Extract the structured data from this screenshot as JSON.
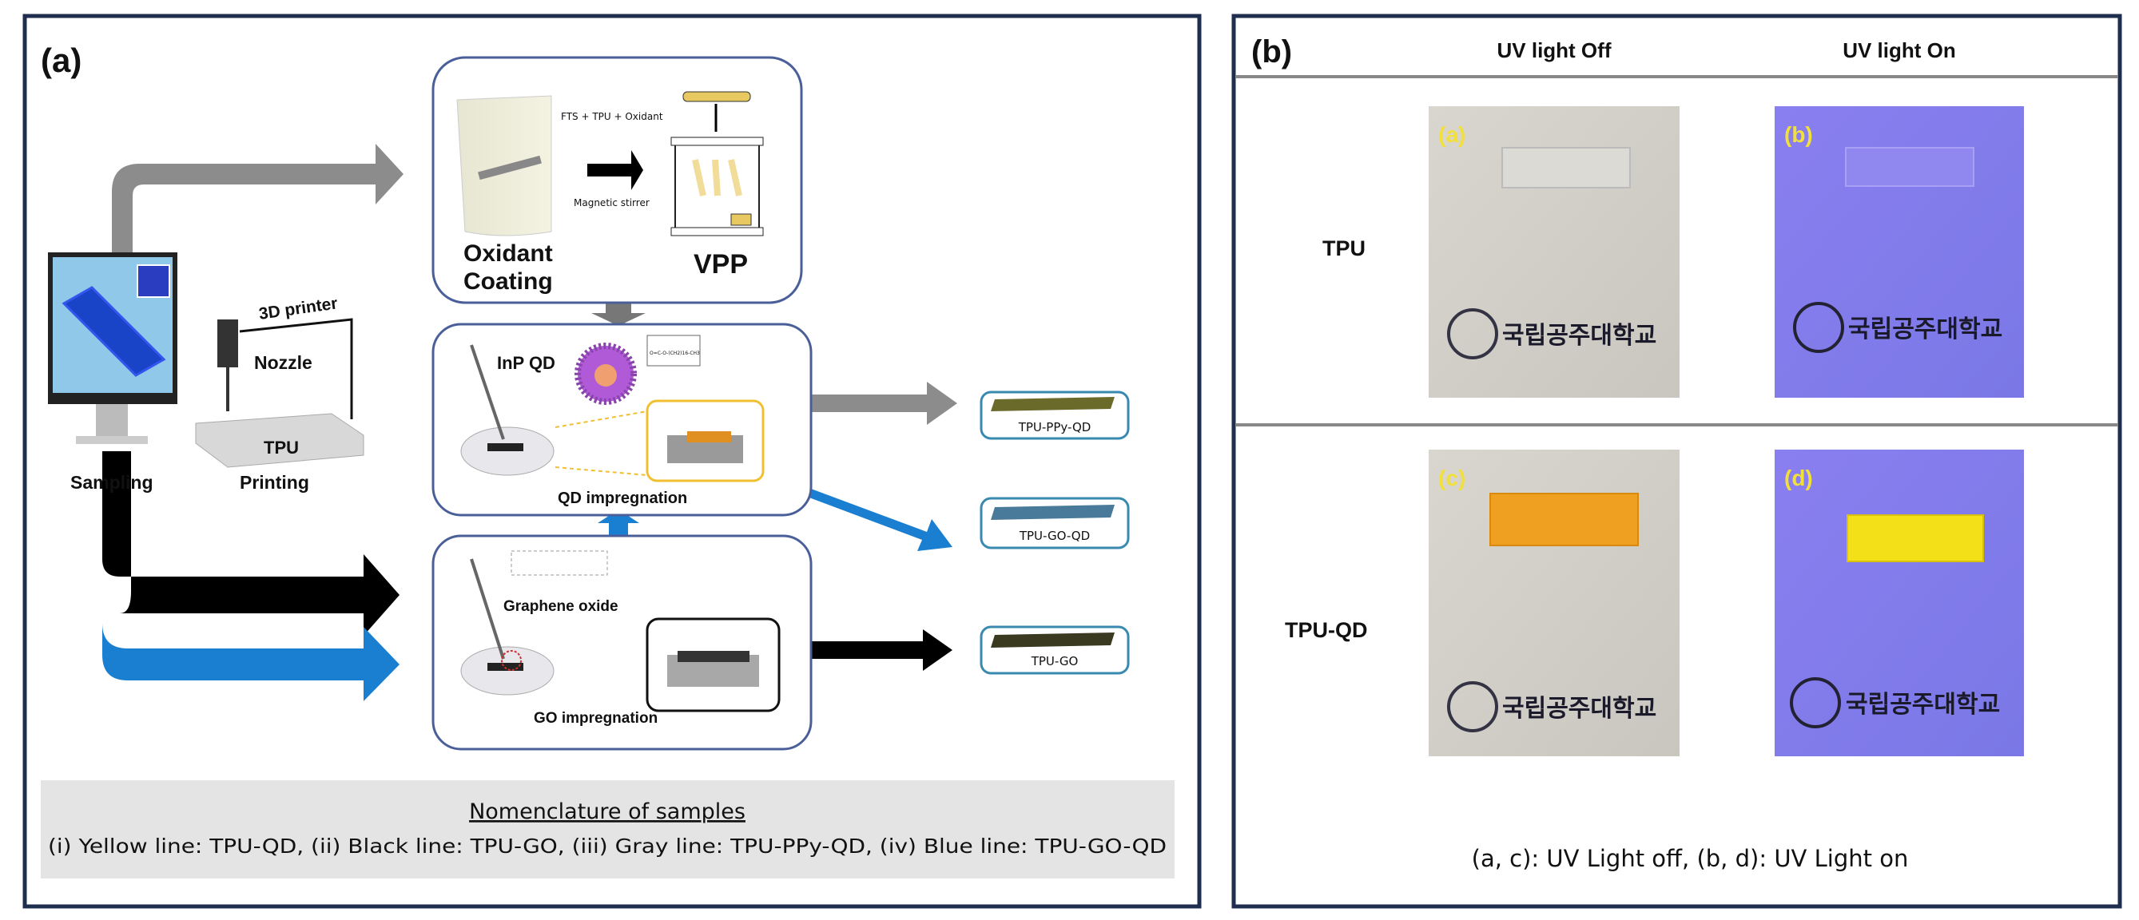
{
  "panel_a": {
    "label": "(a)",
    "oxidant_box": {
      "reagents": "FTS + TPU + Oxidant",
      "stirrer": "Magnetic stirrer",
      "title_line1": "Oxidant",
      "title_line2": "Coating",
      "vpp": "VPP"
    },
    "qd_box": {
      "qd_label": "InP QD",
      "title": "QD impregnation",
      "ligand": "O=C-O-(CH2)16-CH3"
    },
    "go_box": {
      "go_label": "Graphene oxide",
      "title": "GO impregnation"
    },
    "printer": {
      "printer_label": "3D printer",
      "nozzle": "Nozzle",
      "tpu": "TPU",
      "sampling": "Sampling",
      "printing": "Printing"
    },
    "products": [
      "TPU-PPy-QD",
      "TPU-GO-QD",
      "TPU-GO"
    ],
    "nomenclature": {
      "title": "Nomenclature of samples",
      "text": "(i) Yellow line: TPU-QD, (ii) Black line: TPU-GO, (iii) Gray line: TPU-PPy-QD, (iv) Blue line: TPU-GO-QD"
    },
    "colors": {
      "gray_arrow": "#8c8c8c",
      "black_arrow": "#000000",
      "blue_arrow": "#1a7fd0",
      "box_border": "#4a5f9a",
      "frame": "#1f2d4e"
    }
  },
  "panel_b": {
    "label": "(b)",
    "col_headers": [
      "UV light Off",
      "UV light On"
    ],
    "row_labels": [
      "TPU",
      "TPU-QD"
    ],
    "photos": [
      {
        "tag": "(a)",
        "logo_text": "국립공주대학교"
      },
      {
        "tag": "(b)",
        "logo_text": "국립공주대학교"
      },
      {
        "tag": "(c)",
        "logo_text": "국립공주대학교"
      },
      {
        "tag": "(d)",
        "logo_text": "국립공주대학교"
      }
    ],
    "caption": "(a, c): UV Light off, (b, d): UV Light on"
  }
}
